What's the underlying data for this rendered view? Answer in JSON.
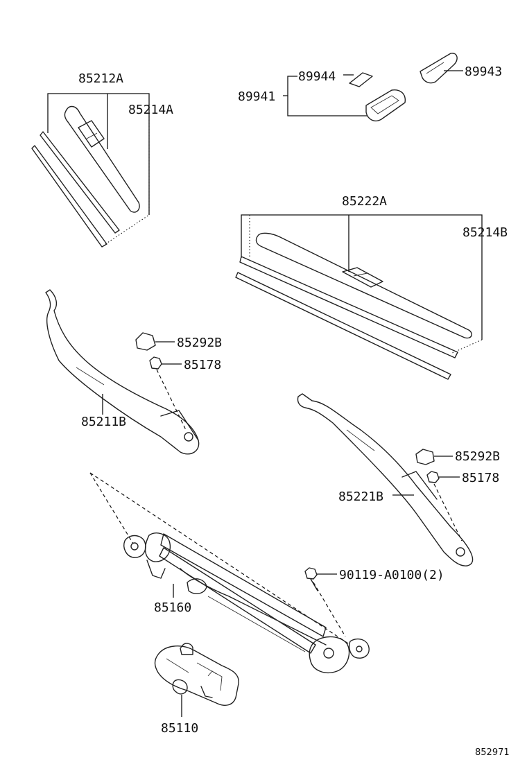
{
  "diagram": {
    "reference_number": "852971",
    "parts": [
      {
        "id": "85212A",
        "label": "85212A"
      },
      {
        "id": "85214A",
        "label": "85214A"
      },
      {
        "id": "89944",
        "label": "89944"
      },
      {
        "id": "89941",
        "label": "89941"
      },
      {
        "id": "89943",
        "label": "89943"
      },
      {
        "id": "85222A",
        "label": "85222A"
      },
      {
        "id": "85214B",
        "label": "85214B"
      },
      {
        "id": "85292B_left",
        "label": "85292B"
      },
      {
        "id": "85178_left",
        "label": "85178"
      },
      {
        "id": "85211B",
        "label": "85211B"
      },
      {
        "id": "85292B_right",
        "label": "85292B"
      },
      {
        "id": "85178_right",
        "label": "85178"
      },
      {
        "id": "85221B",
        "label": "85221B"
      },
      {
        "id": "90119",
        "label": "90119-A0100(2)"
      },
      {
        "id": "85160",
        "label": "85160"
      },
      {
        "id": "85110",
        "label": "85110"
      }
    ]
  }
}
